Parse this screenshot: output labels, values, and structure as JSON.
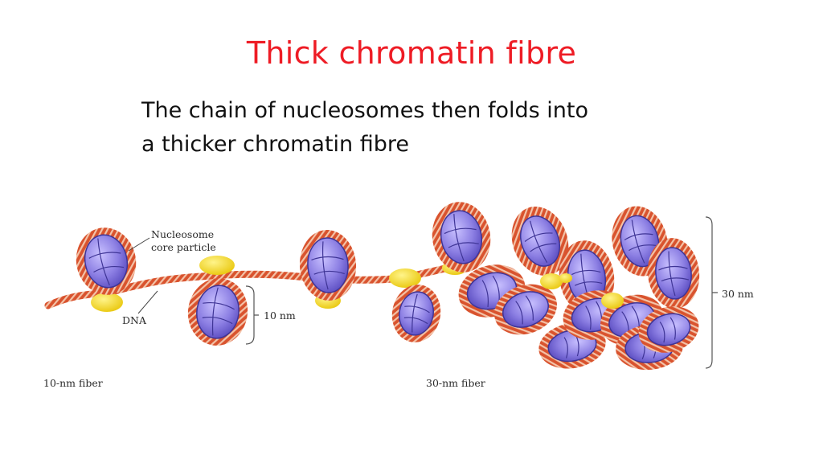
{
  "slide": {
    "title": "Thick chromatin fibre",
    "subtitle_line1": "The chain of nucleosomes then folds into",
    "subtitle_line2": "a thicker chromatin fibre"
  },
  "figure": {
    "nucleosome_label_line1": "Nucleosome",
    "nucleosome_label_line2": "core particle",
    "dna_label": "DNA",
    "ten_nm_label": "10 nm",
    "thirty_nm_label": "30 nm",
    "ten_nm_fiber_label": "10-nm fiber",
    "thirty_nm_fiber_label": "30-nm fiber"
  },
  "colors": {
    "title": "#ee1c25",
    "dna": "#d9532e",
    "histone": "#8c7fe3",
    "linker_histone": "#f2e21b"
  }
}
